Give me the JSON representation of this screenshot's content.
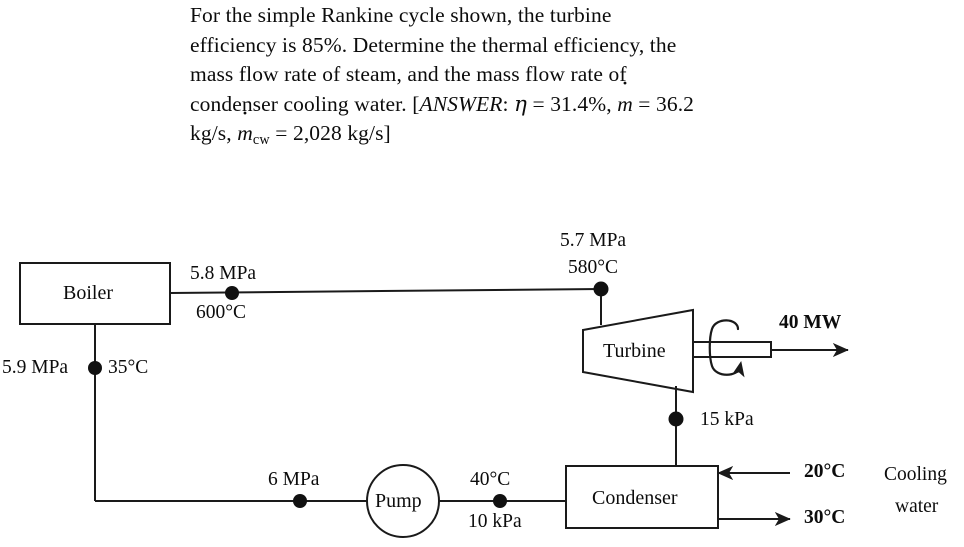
{
  "problem": {
    "line1": "For the simple Rankine cycle shown, the turbine",
    "line2_a": "efficiency is 85%. Determine the thermal efficiency, the",
    "line3": "mass flow rate of steam, and the mass flow rate of",
    "line4_a": "condenser cooling water. [",
    "line4_answer_label": "ANSWER",
    "line4_b": ": ",
    "eta_symbol": "η",
    "line4_c": " = 31.4%,  ",
    "mdot_symbol": "m",
    "line4_d": " = 36.2",
    "line5_a": "kg/s, ",
    "mdot_cw_symbol": "m",
    "mdot_cw_sub": "cw",
    "line5_b": " = 2,028  kg/s]"
  },
  "diagram": {
    "components": {
      "boiler": "Boiler",
      "turbine": "Turbine",
      "condenser": "Condenser",
      "pump": "Pump"
    },
    "labels": {
      "boiler_out_pressure": "5.8 MPa",
      "boiler_out_temp": "600°C",
      "turbine_in_pressure": "5.7 MPa",
      "turbine_in_temp": "580°C",
      "turbine_power": "40 MW",
      "turbine_out_pressure": "15 kPa",
      "pump_in_pressure": "6 MPa",
      "pump_out_temp": "40°C",
      "pump_out_pressure": "10 kPa",
      "boiler_in_pressure": "5.9 MPa",
      "boiler_in_temp": "35°C",
      "cw_in_temp": "20°C",
      "cw_out_temp": "30°C",
      "cw_name_line1": "Cooling",
      "cw_name_line2": "water"
    },
    "colors": {
      "line": "#1a1a1a",
      "node": "#111111",
      "background": "#ffffff"
    }
  }
}
